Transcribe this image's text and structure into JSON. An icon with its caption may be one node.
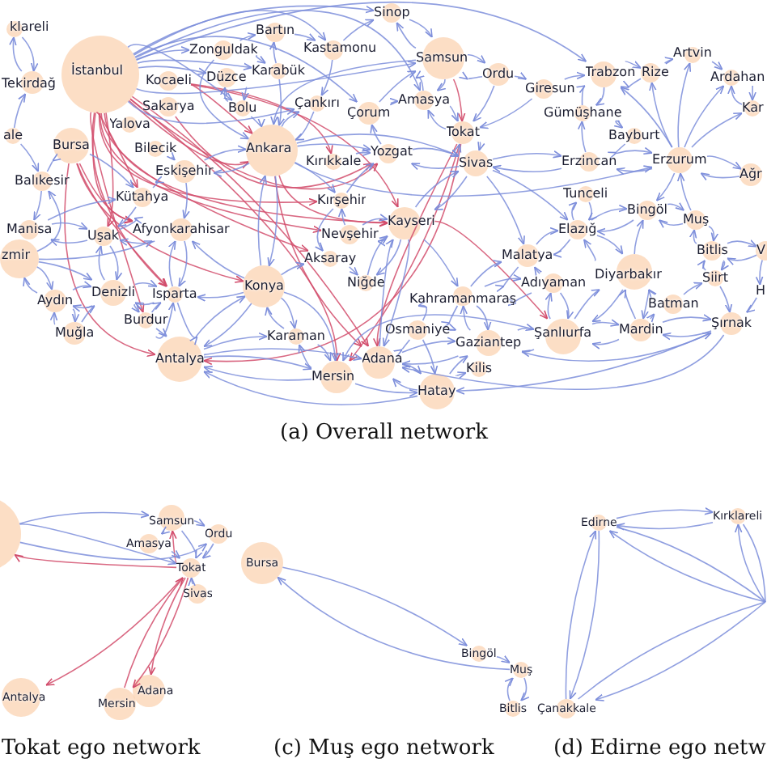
{
  "diagram": {
    "nodes": [
      {
        "text": [
          "klareli"
        ]
      },
      {
        "text": [
          "Sinop"
        ]
      },
      {
        "text": [
          "Bartın"
        ]
      },
      {
        "text": [
          "Zonguldak"
        ]
      },
      {
        "text": [
          "Kastamonu"
        ]
      },
      {
        "text": [
          "Samsun"
        ]
      },
      {
        "text": [
          "Karabük"
        ]
      },
      {
        "text": [
          "Artvin"
        ]
      },
      {
        "text": [
          "Ardahan"
        ]
      },
      {
        "text": [
          "Rize"
        ]
      },
      {
        "text": [
          "Trabzon"
        ]
      },
      {
        "text": [
          "İstanbul"
        ]
      },
      {
        "text": [
          "Tekirdağ"
        ]
      },
      {
        "text": [
          "Ordu"
        ]
      },
      {
        "text": [
          "Giresun"
        ]
      },
      {
        "text": [
          "Kocaeli"
        ]
      },
      {
        "text": [
          "Düzce"
        ]
      },
      {
        "text": [
          "Yalova"
        ]
      },
      {
        "text": [
          "Sakarya"
        ]
      },
      {
        "text": [
          "Amasya"
        ]
      },
      {
        "text": [
          "Çankırı"
        ]
      },
      {
        "text": [
          "Kar"
        ]
      },
      {
        "text": [
          "Bolu"
        ]
      },
      {
        "text": [
          "Çorum"
        ]
      },
      {
        "text": [
          "Gümüşhane"
        ]
      },
      {
        "text": [
          "Tokat"
        ]
      },
      {
        "text": [
          "Bayburt"
        ]
      },
      {
        "text": [
          "Bursa"
        ]
      },
      {
        "text": [
          "ale"
        ]
      },
      {
        "text": [
          "Bilecik"
        ]
      },
      {
        "text": [
          "Ankara"
        ]
      },
      {
        "text": [
          "Erzurum"
        ]
      },
      {
        "text": [
          "Kırıkkale"
        ]
      },
      {
        "text": [
          "Yozgat"
        ]
      },
      {
        "text": [
          "Eskişehir"
        ]
      },
      {
        "text": [
          "Sivas"
        ]
      },
      {
        "text": [
          "Erzincan"
        ]
      },
      {
        "text": [
          "Balıkesir"
        ]
      },
      {
        "text": [
          "Ağr"
        ]
      },
      {
        "text": [
          "Kütahya"
        ]
      },
      {
        "text": [
          "Tunceli"
        ]
      },
      {
        "text": [
          "Kırşehir"
        ]
      },
      {
        "text": [
          "Bingöl"
        ]
      },
      {
        "text": [
          "Muş"
        ]
      },
      {
        "text": [
          "Afyonkarahisar"
        ]
      },
      {
        "text": [
          "Nevşehir"
        ]
      },
      {
        "text": [
          "Kayseri"
        ]
      },
      {
        "text": [
          "Uşak"
        ]
      },
      {
        "text": [
          "Elazığ"
        ]
      },
      {
        "text": [
          "Manisa"
        ]
      },
      {
        "text": [
          "zmir"
        ]
      },
      {
        "text": [
          "Aksaray"
        ]
      },
      {
        "text": [
          "Malatya"
        ]
      },
      {
        "text": [
          "Bitlis"
        ]
      },
      {
        "text": [
          "V"
        ]
      },
      {
        "text": [
          "Niğde"
        ]
      },
      {
        "text": [
          "Diyarbakır"
        ]
      },
      {
        "text": [
          "Batman"
        ]
      },
      {
        "text": [
          "Siirt"
        ]
      },
      {
        "text": [
          "Konya"
        ]
      },
      {
        "text": [
          "Aydın"
        ]
      },
      {
        "text": [
          "H"
        ]
      },
      {
        "text": [
          "Denizli"
        ]
      },
      {
        "text": [
          "Isparta"
        ]
      },
      {
        "text": [
          "Adıyaman"
        ]
      },
      {
        "text": [
          "Kahramanmaraş"
        ]
      },
      {
        "text": [
          "Burdur"
        ]
      },
      {
        "text": [
          "Şırnak"
        ]
      },
      {
        "text": [
          "Mardin"
        ]
      },
      {
        "text": [
          "Muğla"
        ]
      },
      {
        "text": [
          "Osmaniye"
        ]
      },
      {
        "text": [
          "Karaman"
        ]
      },
      {
        "text": [
          "Şanlıurfa"
        ]
      },
      {
        "text": [
          "Gaziantep"
        ]
      },
      {
        "text": [
          "Adana"
        ]
      },
      {
        "text": [
          "Antalya"
        ]
      },
      {
        "text": [
          "Mersin"
        ]
      },
      {
        "text": [
          "Kilis"
        ]
      },
      {
        "text": [
          "Hatay"
        ]
      },
      {
        "text": [],
        "shape": "circle"
      },
      {
        "text": [
          "Samsun"
        ]
      },
      {
        "text": [
          "Ordu"
        ]
      },
      {
        "text": [
          "Amasya"
        ]
      },
      {
        "text": [
          "Tokat"
        ]
      },
      {
        "text": [
          "Sivas"
        ]
      },
      {
        "text": [
          "Antalya"
        ]
      },
      {
        "text": [
          "Mersin"
        ]
      },
      {
        "text": [
          "Adana"
        ]
      },
      {
        "text": [
          "Bursa"
        ]
      },
      {
        "text": [
          "Bingöl"
        ]
      },
      {
        "text": [
          "Muş"
        ]
      },
      {
        "text": [
          "Bitlis"
        ]
      },
      {
        "text": [
          "Edirne"
        ]
      },
      {
        "text": [
          "Kırklareli"
        ]
      },
      {
        "text": [
          "Çanakkale"
        ]
      }
    ],
    "edges": [
      {
        "from": 11,
        "to": 30,
        "arrow": "to",
        "color": "#d24d6c"
      },
      {
        "from": 11,
        "to": 46,
        "arrow": "to",
        "color": "#d24d6c"
      },
      {
        "from": 11,
        "to": 74,
        "arrow": "to",
        "color": "#d24d6c"
      },
      {
        "from": 11,
        "to": 76,
        "arrow": "to",
        "color": "#d24d6c"
      },
      {
        "from": 11,
        "to": 51,
        "arrow": "to",
        "color": "#d24d6c"
      },
      {
        "from": 11,
        "to": 41,
        "arrow": "to",
        "color": "#d24d6c"
      },
      {
        "from": 11,
        "to": 44,
        "arrow": "to",
        "color": "#d24d6c"
      },
      {
        "from": 11,
        "to": 63,
        "arrow": "to",
        "color": "#d24d6c"
      },
      {
        "from": 11,
        "to": 66,
        "arrow": "to",
        "color": "#d24d6c"
      },
      {
        "from": 11,
        "to": 39,
        "arrow": "to",
        "color": "#d24d6c"
      },
      {
        "from": 11,
        "to": 47,
        "arrow": "to",
        "color": "#d24d6c"
      },
      {
        "from": 11,
        "to": 33,
        "arrow": "to",
        "color": "#d24d6c"
      },
      {
        "from": 11,
        "to": 45,
        "arrow": "to",
        "color": "#d24d6c"
      },
      {
        "from": 15,
        "to": 30,
        "arrow": "to",
        "color": "#d24d6c"
      },
      {
        "from": 15,
        "to": 32,
        "arrow": "to",
        "color": "#d24d6c"
      },
      {
        "from": 15,
        "to": 46,
        "arrow": "to",
        "color": "#d24d6c"
      },
      {
        "from": 18,
        "to": 33,
        "arrow": "to",
        "color": "#d24d6c"
      },
      {
        "from": 27,
        "to": 75,
        "arrow": "to",
        "color": "#d24d6c"
      },
      {
        "from": 27,
        "to": 44,
        "arrow": "to",
        "color": "#d24d6c"
      },
      {
        "from": 27,
        "to": 63,
        "arrow": "to",
        "color": "#d24d6c"
      },
      {
        "from": 27,
        "to": 59,
        "arrow": "to",
        "color": "#d24d6c"
      },
      {
        "from": 25,
        "to": 74,
        "arrow": "to",
        "color": "#d24d6c"
      },
      {
        "from": 25,
        "to": 76,
        "arrow": "to",
        "color": "#d24d6c"
      },
      {
        "from": 25,
        "to": 75,
        "arrow": "to",
        "color": "#d24d6c"
      },
      {
        "from": 5,
        "to": 25,
        "arrow": "to",
        "color": "#d24d6c"
      },
      {
        "from": 30,
        "to": 46,
        "arrow": "to",
        "color": "#d24d6c"
      },
      {
        "from": 30,
        "to": 74,
        "arrow": "to",
        "color": "#d24d6c"
      },
      {
        "from": 46,
        "to": 72,
        "arrow": "to",
        "color": "#d24d6c"
      },
      {
        "from": 0,
        "to": 12,
        "arrow": "to"
      },
      {
        "from": 12,
        "to": 0,
        "arrow": "to"
      },
      {
        "from": 28,
        "to": 12,
        "arrow": "to"
      },
      {
        "from": 28,
        "to": 37,
        "arrow": "to"
      },
      {
        "from": 37,
        "to": 27,
        "arrow": "to"
      },
      {
        "from": 37,
        "to": 49,
        "arrow": "to"
      },
      {
        "from": 50,
        "to": 37,
        "arrow": "to"
      },
      {
        "from": 27,
        "to": 39,
        "arrow": "to"
      },
      {
        "from": 29,
        "to": 34,
        "arrow": "to"
      },
      {
        "from": 39,
        "to": 34,
        "arrow": "to"
      },
      {
        "from": 34,
        "to": 44,
        "arrow": "to"
      },
      {
        "from": 11,
        "to": 1,
        "arrow": "to"
      },
      {
        "from": 11,
        "to": 3,
        "arrow": "to"
      },
      {
        "from": 11,
        "to": 4,
        "arrow": "to"
      },
      {
        "from": 11,
        "to": 5,
        "arrow": "to"
      },
      {
        "from": 11,
        "to": 10,
        "arrow": "to"
      },
      {
        "from": 11,
        "to": 22,
        "arrow": "to"
      },
      {
        "from": 11,
        "to": 16,
        "arrow": "to"
      },
      {
        "from": 11,
        "to": 20,
        "arrow": "to"
      },
      {
        "from": 11,
        "to": 23,
        "arrow": "to"
      },
      {
        "from": 11,
        "to": 6,
        "arrow": "to"
      },
      {
        "from": 11,
        "to": 19,
        "arrow": "to"
      },
      {
        "from": 3,
        "to": 2,
        "arrow": "to"
      },
      {
        "from": 6,
        "to": 2,
        "arrow": "to"
      },
      {
        "from": 3,
        "to": 6,
        "arrow": "to"
      },
      {
        "from": 2,
        "to": 4,
        "arrow": "to"
      },
      {
        "from": 4,
        "to": 1,
        "arrow": "to"
      },
      {
        "from": 1,
        "to": 5,
        "arrow": "to"
      },
      {
        "from": 5,
        "to": 1,
        "arrow": "to"
      },
      {
        "from": 5,
        "to": 13,
        "arrow": "to"
      },
      {
        "from": 13,
        "to": 5,
        "arrow": "to"
      },
      {
        "from": 13,
        "to": 14,
        "arrow": "to"
      },
      {
        "from": 14,
        "to": 10,
        "arrow": "to"
      },
      {
        "from": 10,
        "to": 9,
        "arrow": "to"
      },
      {
        "from": 9,
        "to": 10,
        "arrow": "to"
      },
      {
        "from": 9,
        "to": 7,
        "arrow": "to"
      },
      {
        "from": 7,
        "to": 8,
        "arrow": "to"
      },
      {
        "from": 8,
        "to": 21,
        "arrow": "to"
      },
      {
        "from": 21,
        "to": 8,
        "arrow": "to"
      },
      {
        "from": 10,
        "to": 24,
        "arrow": "to"
      },
      {
        "from": 24,
        "to": 10,
        "arrow": "to"
      },
      {
        "from": 24,
        "to": 26,
        "arrow": "to"
      },
      {
        "from": 31,
        "to": 10,
        "arrow": "to"
      },
      {
        "from": 31,
        "to": 9,
        "arrow": "to"
      },
      {
        "from": 31,
        "to": 7,
        "arrow": "to"
      },
      {
        "from": 31,
        "to": 8,
        "arrow": "to"
      },
      {
        "from": 31,
        "to": 21,
        "arrow": "to"
      },
      {
        "from": 31,
        "to": 38,
        "arrow": "to"
      },
      {
        "from": 38,
        "to": 31,
        "arrow": "to"
      },
      {
        "from": 31,
        "to": 36,
        "arrow": "to"
      },
      {
        "from": 36,
        "to": 31,
        "arrow": "to"
      },
      {
        "from": 36,
        "to": 24,
        "arrow": "to"
      },
      {
        "from": 26,
        "to": 36,
        "arrow": "to"
      },
      {
        "from": 31,
        "to": 42,
        "arrow": "to"
      },
      {
        "from": 43,
        "to": 31,
        "arrow": "to"
      },
      {
        "from": 5,
        "to": 19,
        "arrow": "to"
      },
      {
        "from": 19,
        "to": 5,
        "arrow": "to"
      },
      {
        "from": 19,
        "to": 25,
        "arrow": "to"
      },
      {
        "from": 25,
        "to": 19,
        "arrow": "to"
      },
      {
        "from": 23,
        "to": 19,
        "arrow": "to"
      },
      {
        "from": 23,
        "to": 5,
        "arrow": "to"
      },
      {
        "from": 25,
        "to": 35,
        "arrow": "to"
      },
      {
        "from": 35,
        "to": 25,
        "arrow": "to"
      },
      {
        "from": 13,
        "to": 25,
        "arrow": "to"
      },
      {
        "from": 14,
        "to": 25,
        "arrow": "to"
      },
      {
        "from": 16,
        "to": 22,
        "arrow": "to"
      },
      {
        "from": 22,
        "to": 16,
        "arrow": "to"
      },
      {
        "from": 22,
        "to": 30,
        "arrow": "to"
      },
      {
        "from": 6,
        "to": 30,
        "arrow": "to"
      },
      {
        "from": 3,
        "to": 30,
        "arrow": "to"
      },
      {
        "from": 4,
        "to": 20,
        "arrow": "to"
      },
      {
        "from": 20,
        "to": 30,
        "arrow": "to"
      },
      {
        "from": 30,
        "to": 20,
        "arrow": "to"
      },
      {
        "from": 32,
        "to": 33,
        "arrow": "to"
      },
      {
        "from": 30,
        "to": 33,
        "arrow": "to"
      },
      {
        "from": 33,
        "to": 23,
        "arrow": "to"
      },
      {
        "from": 33,
        "to": 35,
        "arrow": "to"
      },
      {
        "from": 35,
        "to": 33,
        "arrow": "to"
      },
      {
        "from": 30,
        "to": 41,
        "arrow": "to"
      },
      {
        "from": 41,
        "to": 33,
        "arrow": "to"
      },
      {
        "from": 45,
        "to": 41,
        "arrow": "to"
      },
      {
        "from": 41,
        "to": 51,
        "arrow": "to"
      },
      {
        "from": 45,
        "to": 46,
        "arrow": "to"
      },
      {
        "from": 46,
        "to": 45,
        "arrow": "to"
      },
      {
        "from": 51,
        "to": 55,
        "arrow": "to"
      },
      {
        "from": 55,
        "to": 46,
        "arrow": "to"
      },
      {
        "from": 46,
        "to": 55,
        "arrow": "to"
      },
      {
        "from": 30,
        "to": 34,
        "arrow": "to"
      },
      {
        "from": 34,
        "to": 30,
        "arrow": "to"
      },
      {
        "from": 39,
        "to": 47,
        "arrow": "to"
      },
      {
        "from": 47,
        "to": 44,
        "arrow": "to"
      },
      {
        "from": 44,
        "to": 47,
        "arrow": "to"
      },
      {
        "from": 30,
        "to": 59,
        "arrow": "to"
      },
      {
        "from": 59,
        "to": 30,
        "arrow": "to"
      },
      {
        "from": 59,
        "to": 51,
        "arrow": "to"
      },
      {
        "from": 59,
        "to": 71,
        "arrow": "to"
      },
      {
        "from": 71,
        "to": 59,
        "arrow": "to"
      },
      {
        "from": 59,
        "to": 75,
        "arrow": "to"
      },
      {
        "from": 75,
        "to": 59,
        "arrow": "to"
      },
      {
        "from": 59,
        "to": 44,
        "arrow": "to"
      },
      {
        "from": 59,
        "to": 63,
        "arrow": "to"
      },
      {
        "from": 59,
        "to": 76,
        "arrow": "to"
      },
      {
        "from": 46,
        "to": 35,
        "arrow": "to"
      },
      {
        "from": 35,
        "to": 46,
        "arrow": "to"
      },
      {
        "from": 46,
        "to": 74,
        "arrow": "to"
      },
      {
        "from": 74,
        "to": 46,
        "arrow": "to"
      },
      {
        "from": 46,
        "to": 65,
        "arrow": "to"
      },
      {
        "from": 30,
        "to": 31,
        "arrow": "to"
      },
      {
        "from": 30,
        "to": 35,
        "arrow": "to"
      },
      {
        "from": 35,
        "to": 36,
        "arrow": "to"
      },
      {
        "from": 36,
        "to": 35,
        "arrow": "to"
      },
      {
        "from": 35,
        "to": 52,
        "arrow": "to"
      },
      {
        "from": 35,
        "to": 48,
        "arrow": "to"
      },
      {
        "from": 5,
        "to": 30,
        "arrow": "to"
      },
      {
        "from": 50,
        "to": 60,
        "arrow": "to"
      },
      {
        "from": 60,
        "to": 50,
        "arrow": "to"
      },
      {
        "from": 60,
        "to": 69,
        "arrow": "to"
      },
      {
        "from": 69,
        "to": 60,
        "arrow": "to"
      },
      {
        "from": 60,
        "to": 62,
        "arrow": "to"
      },
      {
        "from": 62,
        "to": 60,
        "arrow": "to"
      },
      {
        "from": 69,
        "to": 62,
        "arrow": "to"
      },
      {
        "from": 62,
        "to": 47,
        "arrow": "to"
      },
      {
        "from": 47,
        "to": 62,
        "arrow": "to"
      },
      {
        "from": 49,
        "to": 47,
        "arrow": "to"
      },
      {
        "from": 47,
        "to": 49,
        "arrow": "to"
      },
      {
        "from": 62,
        "to": 63,
        "arrow": "to"
      },
      {
        "from": 63,
        "to": 62,
        "arrow": "to"
      },
      {
        "from": 62,
        "to": 66,
        "arrow": "to"
      },
      {
        "from": 66,
        "to": 63,
        "arrow": "to"
      },
      {
        "from": 63,
        "to": 75,
        "arrow": "to"
      },
      {
        "from": 75,
        "to": 63,
        "arrow": "to"
      },
      {
        "from": 66,
        "to": 75,
        "arrow": "to"
      },
      {
        "from": 44,
        "to": 63,
        "arrow": "to"
      },
      {
        "from": 63,
        "to": 44,
        "arrow": "to"
      },
      {
        "from": 50,
        "to": 62,
        "arrow": "to"
      },
      {
        "from": 49,
        "to": 39,
        "arrow": "to"
      },
      {
        "from": 50,
        "to": 44,
        "arrow": "to"
      },
      {
        "from": 75,
        "to": 71,
        "arrow": "to"
      },
      {
        "from": 71,
        "to": 76,
        "arrow": "to"
      },
      {
        "from": 76,
        "to": 71,
        "arrow": "to"
      },
      {
        "from": 75,
        "to": 76,
        "arrow": "to"
      },
      {
        "from": 76,
        "to": 75,
        "arrow": "to"
      },
      {
        "from": 75,
        "to": 74,
        "arrow": "to"
      },
      {
        "from": 78,
        "to": 75,
        "arrow": "to"
      },
      {
        "from": 70,
        "to": 74,
        "arrow": "to"
      },
      {
        "from": 74,
        "to": 78,
        "arrow": "to"
      },
      {
        "from": 78,
        "to": 74,
        "arrow": "to"
      },
      {
        "from": 76,
        "to": 78,
        "arrow": "to"
      },
      {
        "from": 74,
        "to": 73,
        "arrow": "to"
      },
      {
        "from": 73,
        "to": 74,
        "arrow": "to"
      },
      {
        "from": 70,
        "to": 65,
        "arrow": "to"
      },
      {
        "from": 65,
        "to": 70,
        "arrow": "to"
      },
      {
        "from": 70,
        "to": 73,
        "arrow": "to"
      },
      {
        "from": 70,
        "to": 78,
        "arrow": "to"
      },
      {
        "from": 65,
        "to": 73,
        "arrow": "to"
      },
      {
        "from": 73,
        "to": 65,
        "arrow": "to"
      },
      {
        "from": 73,
        "to": 72,
        "arrow": "to"
      },
      {
        "from": 72,
        "to": 73,
        "arrow": "to"
      },
      {
        "from": 78,
        "to": 73,
        "arrow": "to"
      },
      {
        "from": 78,
        "to": 77,
        "arrow": "to"
      },
      {
        "from": 65,
        "to": 64,
        "arrow": "to"
      },
      {
        "from": 64,
        "to": 65,
        "arrow": "to"
      },
      {
        "from": 65,
        "to": 52,
        "arrow": "to"
      },
      {
        "from": 52,
        "to": 65,
        "arrow": "to"
      },
      {
        "from": 64,
        "to": 52,
        "arrow": "to"
      },
      {
        "from": 64,
        "to": 72,
        "arrow": "to"
      },
      {
        "from": 72,
        "to": 64,
        "arrow": "to"
      },
      {
        "from": 72,
        "to": 56,
        "arrow": "to"
      },
      {
        "from": 56,
        "to": 72,
        "arrow": "to"
      },
      {
        "from": 72,
        "to": 68,
        "arrow": "to"
      },
      {
        "from": 68,
        "to": 72,
        "arrow": "to"
      },
      {
        "from": 68,
        "to": 56,
        "arrow": "to"
      },
      {
        "from": 56,
        "to": 68,
        "arrow": "to"
      },
      {
        "from": 68,
        "to": 57,
        "arrow": "to"
      },
      {
        "from": 57,
        "to": 56,
        "arrow": "to"
      },
      {
        "from": 57,
        "to": 58,
        "arrow": "to"
      },
      {
        "from": 58,
        "to": 67,
        "arrow": "to"
      },
      {
        "from": 67,
        "to": 68,
        "arrow": "to"
      },
      {
        "from": 68,
        "to": 67,
        "arrow": "to"
      },
      {
        "from": 67,
        "to": 74,
        "arrow": "to"
      },
      {
        "from": 73,
        "to": 67,
        "arrow": "to"
      },
      {
        "from": 67,
        "to": 78,
        "arrow": "to"
      },
      {
        "from": 72,
        "to": 76,
        "arrow": "to"
      },
      {
        "from": 52,
        "to": 48,
        "arrow": "to"
      },
      {
        "from": 48,
        "to": 52,
        "arrow": "to"
      },
      {
        "from": 48,
        "to": 56,
        "arrow": "to"
      },
      {
        "from": 56,
        "to": 48,
        "arrow": "to"
      },
      {
        "from": 48,
        "to": 40,
        "arrow": "to"
      },
      {
        "from": 40,
        "to": 48,
        "arrow": "to"
      },
      {
        "from": 48,
        "to": 42,
        "arrow": "to"
      },
      {
        "from": 42,
        "to": 48,
        "arrow": "to"
      },
      {
        "from": 42,
        "to": 43,
        "arrow": "to"
      },
      {
        "from": 43,
        "to": 42,
        "arrow": "to"
      },
      {
        "from": 43,
        "to": 53,
        "arrow": "to"
      },
      {
        "from": 53,
        "to": 43,
        "arrow": "to"
      },
      {
        "from": 53,
        "to": 58,
        "arrow": "to"
      },
      {
        "from": 58,
        "to": 53,
        "arrow": "to"
      },
      {
        "from": 53,
        "to": 54,
        "arrow": "to"
      },
      {
        "from": 54,
        "to": 53,
        "arrow": "to"
      },
      {
        "from": 56,
        "to": 42,
        "arrow": "to"
      },
      {
        "from": 61,
        "to": 67,
        "arrow": "to"
      },
      {
        "from": 54,
        "to": 61,
        "arrow": "to"
      },
      {
        "from": 79,
        "to": 81,
        "arrow": "to"
      },
      {
        "from": 79,
        "to": 80,
        "arrow": "to"
      },
      {
        "from": 83,
        "to": 79,
        "arrow": "to",
        "color": "#d24d6c"
      },
      {
        "from": 79,
        "to": 83,
        "arrow": "to"
      },
      {
        "from": 83,
        "to": 80,
        "arrow": "to",
        "color": "#d24d6c"
      },
      {
        "from": 80,
        "to": 83,
        "arrow": "to"
      },
      {
        "from": 81,
        "to": 83,
        "arrow": "to"
      },
      {
        "from": 80,
        "to": 81,
        "arrow": "to"
      },
      {
        "from": 80,
        "to": 82,
        "arrow": "to"
      },
      {
        "from": 82,
        "to": 83,
        "arrow": "to"
      },
      {
        "from": 84,
        "to": 83,
        "arrow": "to"
      },
      {
        "from": 83,
        "to": 85,
        "arrow": "to",
        "color": "#d24d6c"
      },
      {
        "from": 83,
        "to": 86,
        "arrow": "to",
        "color": "#d24d6c"
      },
      {
        "from": 83,
        "to": 87,
        "arrow": "to",
        "color": "#d24d6c"
      },
      {
        "from": 86,
        "to": 83,
        "arrow": "to",
        "color": "#d24d6c"
      },
      {
        "from": 88,
        "to": 89,
        "arrow": "to"
      },
      {
        "from": 90,
        "to": 88,
        "arrow": "to"
      },
      {
        "from": 89,
        "to": 90,
        "arrow": "to"
      },
      {
        "from": 90,
        "to": 91,
        "arrow": "to"
      },
      {
        "from": 91,
        "to": 90,
        "arrow": "to"
      },
      {
        "from": 92,
        "to": 93,
        "arrow": "to"
      },
      {
        "from": 93,
        "to": 92,
        "arrow": "to"
      },
      {
        "from": 92,
        "to": 94,
        "arrow": "to"
      },
      {
        "from": 94,
        "to": 92,
        "arrow": "to"
      },
      {
        "from": null,
        "to": 92,
        "arrow": "to"
      },
      {
        "from": 92,
        "to": null,
        "arrow": "none"
      },
      {
        "from": null,
        "to": 94,
        "arrow": "to"
      },
      {
        "from": 94,
        "to": null,
        "arrow": "none"
      },
      {
        "from": null,
        "to": 93,
        "arrow": "to"
      },
      {
        "from": 93,
        "to": null,
        "arrow": "none"
      }
    ],
    "labels": [
      "(a) Overall network",
      "Tokat ego network",
      "(c) Muş ego network",
      "(d) Edirne ego netw"
    ]
  }
}
